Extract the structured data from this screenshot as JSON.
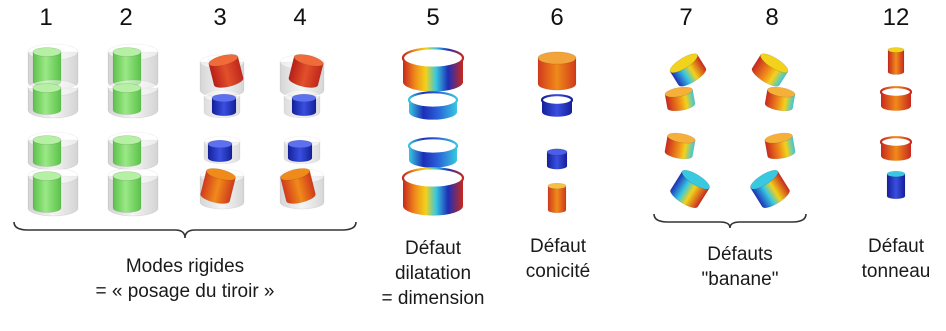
{
  "mode_numbers": [
    "1",
    "2",
    "3",
    "4",
    "5",
    "6",
    "7",
    "8",
    "12"
  ],
  "groups": {
    "rigid": {
      "line1": "Modes rigides",
      "line2": "= « posage du tiroir »"
    },
    "dilatation": {
      "line1": "Défaut",
      "line2": "dilatation",
      "line3": "= dimension"
    },
    "conicite": {
      "line1": "Défaut",
      "line2": "conicité"
    },
    "banane": {
      "line1": "Défauts",
      "line2": "\"banane\""
    },
    "tonneau": {
      "line1": "Défaut",
      "line2": "tonneau"
    }
  },
  "colors": {
    "rigid_green": "#7fd86a",
    "ghost": "#d9d9d9",
    "red": "#c8281e",
    "orange": "#f08a1a",
    "yellow": "#f2d21a",
    "cyan": "#38c8e0",
    "blue": "#1d2fb8",
    "brace": "#333333"
  }
}
